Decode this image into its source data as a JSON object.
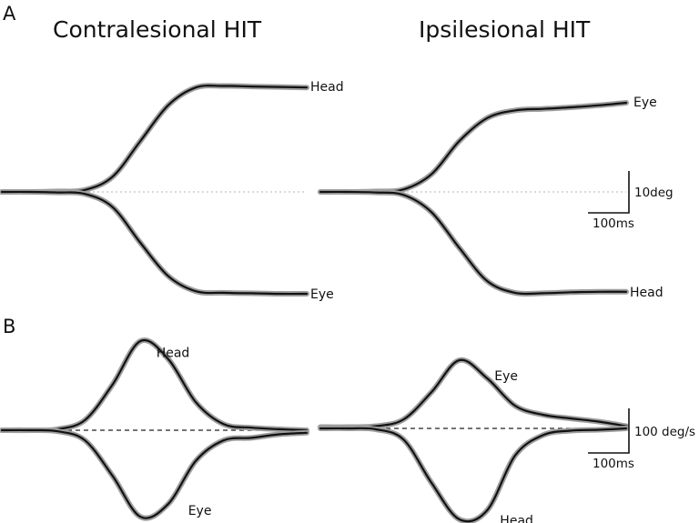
{
  "figure": {
    "panel_a_letter": "A",
    "panel_b_letter": "B",
    "col_left_title": "Contralesional HIT",
    "col_right_title": "Ipsilesional HIT",
    "scale_a_y_label": "10deg",
    "scale_a_x_label": "100ms",
    "scale_b_y_label": "100 deg/s",
    "scale_b_x_label": "100ms"
  },
  "chart_data": [
    {
      "type": "line",
      "panel": "A",
      "subtitle": "Contralesional HIT",
      "x_unit": "ms",
      "y_unit": "deg",
      "x": [
        0,
        50,
        100,
        150,
        200,
        250,
        300,
        350,
        400,
        450,
        500,
        550
      ],
      "series": [
        {
          "name": "Head",
          "values": [
            0,
            0,
            0.1,
            0.4,
            3,
            10,
            17,
            20.5,
            20.8,
            20.7,
            20.6,
            20.5
          ],
          "label_at_x": 550
        },
        {
          "name": "Eye",
          "values": [
            0,
            0,
            -0.1,
            -0.4,
            -3,
            -10,
            -16.5,
            -19.5,
            -19.8,
            -19.9,
            -20,
            -20
          ],
          "label_at_x": 550
        }
      ],
      "grid": false
    },
    {
      "type": "line",
      "panel": "A",
      "subtitle": "Ipsilesional HIT",
      "x_unit": "ms",
      "y_unit": "deg",
      "x": [
        0,
        50,
        100,
        150,
        200,
        250,
        300,
        350,
        400,
        450,
        500,
        550
      ],
      "series": [
        {
          "name": "Eye",
          "values": [
            0,
            0,
            0.1,
            0.5,
            3.5,
            10,
            14.5,
            16,
            16.3,
            16.6,
            17,
            17.5
          ],
          "label_at_x": 550
        },
        {
          "name": "Head",
          "values": [
            0,
            0,
            -0.1,
            -0.6,
            -4,
            -11,
            -17.5,
            -19.8,
            -19.9,
            -19.7,
            -19.6,
            -19.6
          ],
          "label_at_x": 550
        }
      ],
      "grid": false
    },
    {
      "type": "line",
      "panel": "B",
      "subtitle": "Contralesional HIT",
      "x_unit": "ms",
      "y_unit": "deg/s",
      "x": [
        0,
        50,
        100,
        150,
        200,
        250,
        300,
        350,
        400,
        450,
        500,
        550
      ],
      "series": [
        {
          "name": "Head",
          "values": [
            0,
            0,
            2,
            20,
            90,
            175,
            140,
            55,
            12,
            5,
            2,
            0
          ],
          "label_at_x": 300
        },
        {
          "name": "Eye",
          "values": [
            0,
            0,
            -2,
            -20,
            -90,
            -170,
            -145,
            -60,
            -20,
            -15,
            -8,
            -5
          ],
          "label_at_x": 300
        }
      ],
      "grid": false
    },
    {
      "type": "line",
      "panel": "B",
      "subtitle": "Ipsilesional HIT",
      "x_unit": "ms",
      "y_unit": "deg/s",
      "x": [
        0,
        50,
        100,
        150,
        200,
        250,
        300,
        350,
        400,
        450,
        500,
        550
      ],
      "series": [
        {
          "name": "Eye",
          "values": [
            3,
            3,
            5,
            20,
            80,
            150,
            110,
            50,
            30,
            22,
            15,
            5
          ],
          "label_at_x": 300
        },
        {
          "name": "Head",
          "values": [
            0,
            0,
            -2,
            -25,
            -120,
            -200,
            -180,
            -60,
            -15,
            -5,
            -3,
            0
          ],
          "label_at_x": 300
        }
      ],
      "grid": false
    }
  ]
}
